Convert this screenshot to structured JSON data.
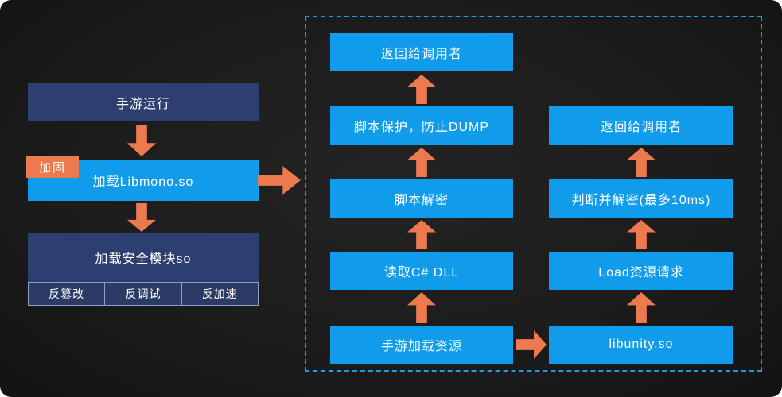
{
  "colors": {
    "bright_blue": "#119ceb",
    "dark_navy": "#2d3f70",
    "sub_navy": "#2b3b66",
    "orange": "#ed7a4f",
    "dashed_border": "#1e9be6",
    "background": "#1c1c1c",
    "text": "#ffffff"
  },
  "left_flow": {
    "run_box": {
      "label": "手游运行"
    },
    "harden_tag": {
      "label": "加固"
    },
    "libmono_box": {
      "label": "加载Libmono.so"
    },
    "security_box": {
      "label": "加载安全模块so"
    },
    "sub_boxes": [
      {
        "label": "反篡改"
      },
      {
        "label": "反调试"
      },
      {
        "label": "反加速"
      }
    ]
  },
  "panel": {
    "mono_column": [
      {
        "label": "返回给调用者"
      },
      {
        "label": "脚本保护，防止DUMP"
      },
      {
        "label": "脚本解密"
      },
      {
        "label": "读取C# DLL"
      },
      {
        "label": "手游加载资源"
      }
    ],
    "unity_column": [
      {
        "label": "返回给调用者"
      },
      {
        "label": "判断并解密(最多10ms)"
      },
      {
        "label": "Load资源请求"
      },
      {
        "label": "libunity.so"
      }
    ]
  }
}
